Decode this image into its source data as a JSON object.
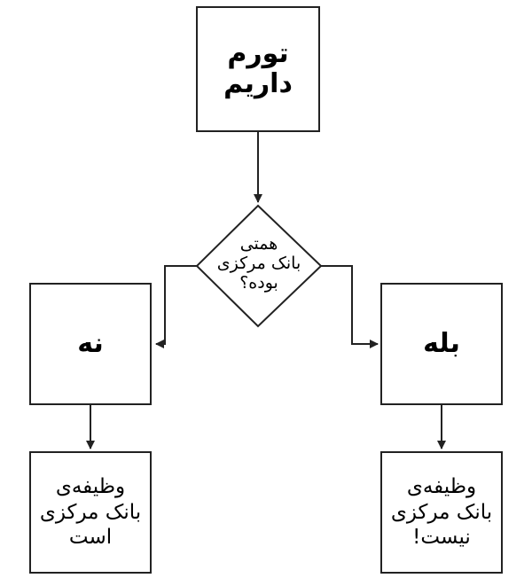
{
  "diagram": {
    "start": {
      "lines": [
        "تورم",
        "داریم"
      ]
    },
    "decision": {
      "lines": [
        "همتی",
        "بانک مرکزی",
        "بوده؟"
      ]
    },
    "branch_no": {
      "label": "نه"
    },
    "branch_yes": {
      "label": "بله"
    },
    "result_no": {
      "lines": [
        "وظیفه‌ی",
        "بانک مرکزی",
        "است"
      ]
    },
    "result_yes": {
      "lines": [
        "وظیفه‌ی",
        "بانک مرکزی",
        "نیست!"
      ]
    }
  }
}
